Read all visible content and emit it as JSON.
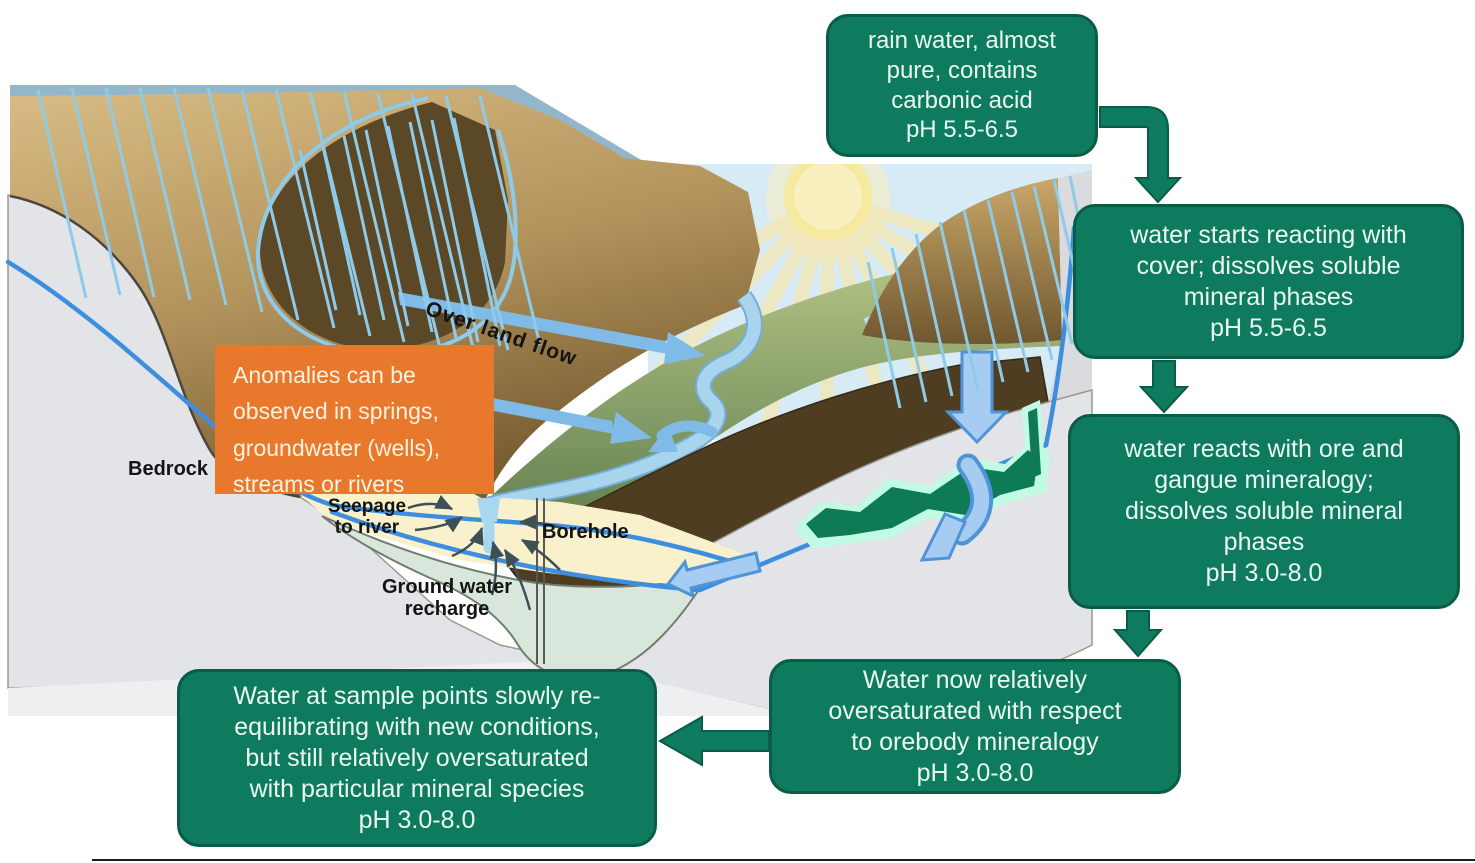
{
  "colors": {
    "box_green": "#0E7A5E",
    "box_green_border": "#0A5C47",
    "box_text": "#EAF7F1",
    "annotation_orange": "#E8782C",
    "annotation_text": "#FDF3E0",
    "block_arrow_fill": "#A6CCF2",
    "block_arrow_edge": "#4F94D9",
    "water_line_blue": "#3E8EE0",
    "orebody_green": "#0E7A56",
    "orebody_halo": "#C2FBE3"
  },
  "flowchart": {
    "rain_box": {
      "text": "rain water, almost\npure, contains\ncarbonic acid\npH 5.5-6.5"
    },
    "cover_box": {
      "text": "water starts reacting with\ncover; dissolves soluble\nmineral phases\npH 5.5-6.5"
    },
    "ore_box": {
      "text": "water reacts with ore and\ngangue mineralogy;\ndissolves soluble mineral\nphases\npH 3.0-8.0"
    },
    "oversaturated_box": {
      "text": "Water now relatively\noversaturated with respect\nto orebody mineralogy\npH 3.0-8.0"
    },
    "sample_box": {
      "text": "Water at sample points slowly re-\nequilibrating with new conditions,\nbut still relatively oversaturated\nwith particular mineral species\npH 3.0-8.0"
    }
  },
  "annotation": {
    "text": "Anomalies can be\nobserved in springs,\ngroundwater (wells),\nstreams or rivers"
  },
  "terrain": {
    "labels": {
      "bedrock": "Bedrock",
      "seepage": "Seepage\nto river",
      "borehole": "Borehole",
      "recharge": "Ground water\nrecharge",
      "overland": "Over land flow"
    }
  }
}
